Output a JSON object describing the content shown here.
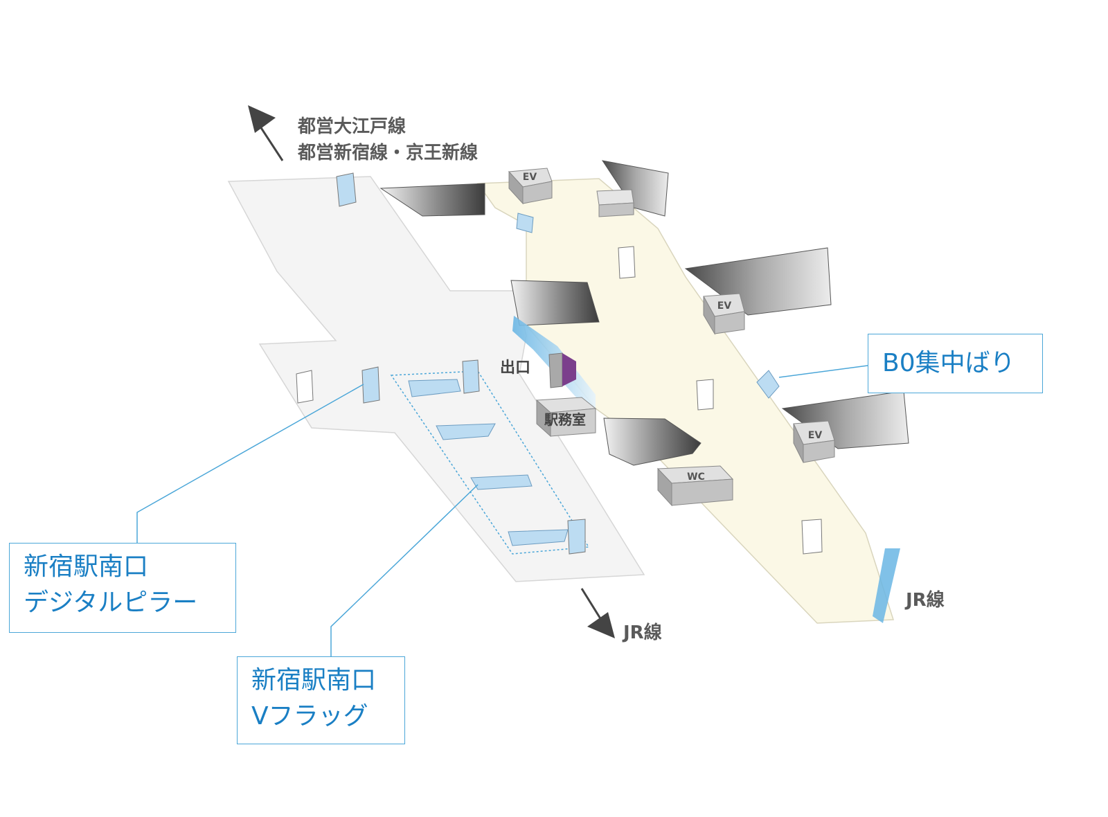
{
  "directions": {
    "subway_line1": "都営大江戸線",
    "subway_line2": "都営新宿線・京王新線",
    "jr_bottom": "JR線",
    "jr_right": "JR線"
  },
  "facilities": {
    "ev": "EV",
    "exit": "出口",
    "station_office": "駅務室",
    "wc": "WC"
  },
  "callouts": {
    "b0": "B0集中ばり",
    "pillar_line1": "新宿駅南口",
    "pillar_line2": "デジタルピラー",
    "vflag_line1": "新宿駅南口",
    "vflag_line2": "Vフラッグ"
  },
  "colors": {
    "accent_blue": "#1a7fc4",
    "callout_line": "#4aa6d8",
    "ad_fill": "#bcdcf2",
    "concourse_yellow": "#fbf8e6",
    "floor_gray": "#f4f4f4",
    "exit_purple": "#7b3f8c"
  },
  "icons": [
    "arrow-up-left-icon",
    "arrow-down-right-icon"
  ]
}
